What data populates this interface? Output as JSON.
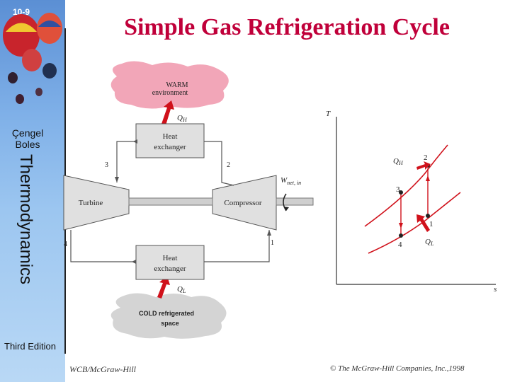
{
  "slide": {
    "number": "10-9",
    "title": "Simple Gas Refrigeration Cycle"
  },
  "sidebar": {
    "author": "Çengel\nBoles",
    "subject": "Thermodynamics",
    "edition": "Third Edition"
  },
  "cycle": {
    "warm_line1": "WARM",
    "warm_line2": "environment",
    "cold_line1": "COLD refrigerated",
    "cold_line2": "space",
    "qh": "Q",
    "qh_sub": "H",
    "ql": "Q",
    "ql_sub": "L",
    "hx_top_1": "Heat",
    "hx_top_2": "exchanger",
    "hx_bottom_1": "Heat",
    "hx_bottom_2": "exchanger",
    "turbine": "Turbine",
    "compressor": "Compressor",
    "w_main": "W",
    "w_sub": "net, in",
    "s1": "1",
    "s2": "2",
    "s3": "3",
    "s4": "4"
  },
  "ts_diagram": {
    "y_axis": "T",
    "x_axis": "s",
    "qh": "Q",
    "qh_sub": "H",
    "ql": "Q",
    "ql_sub": "L",
    "p1": "1",
    "p2": "2",
    "p3": "3",
    "p4": "4"
  },
  "footer": {
    "left": "WCB/McGraw-Hill",
    "right": "© The McGraw-Hill Companies, Inc.,1998"
  },
  "colors": {
    "title": "#c0003a",
    "heat_arrow": "#d0111b",
    "cloud": "#f2a6b8",
    "cold_cloud": "#d4d4d4"
  }
}
